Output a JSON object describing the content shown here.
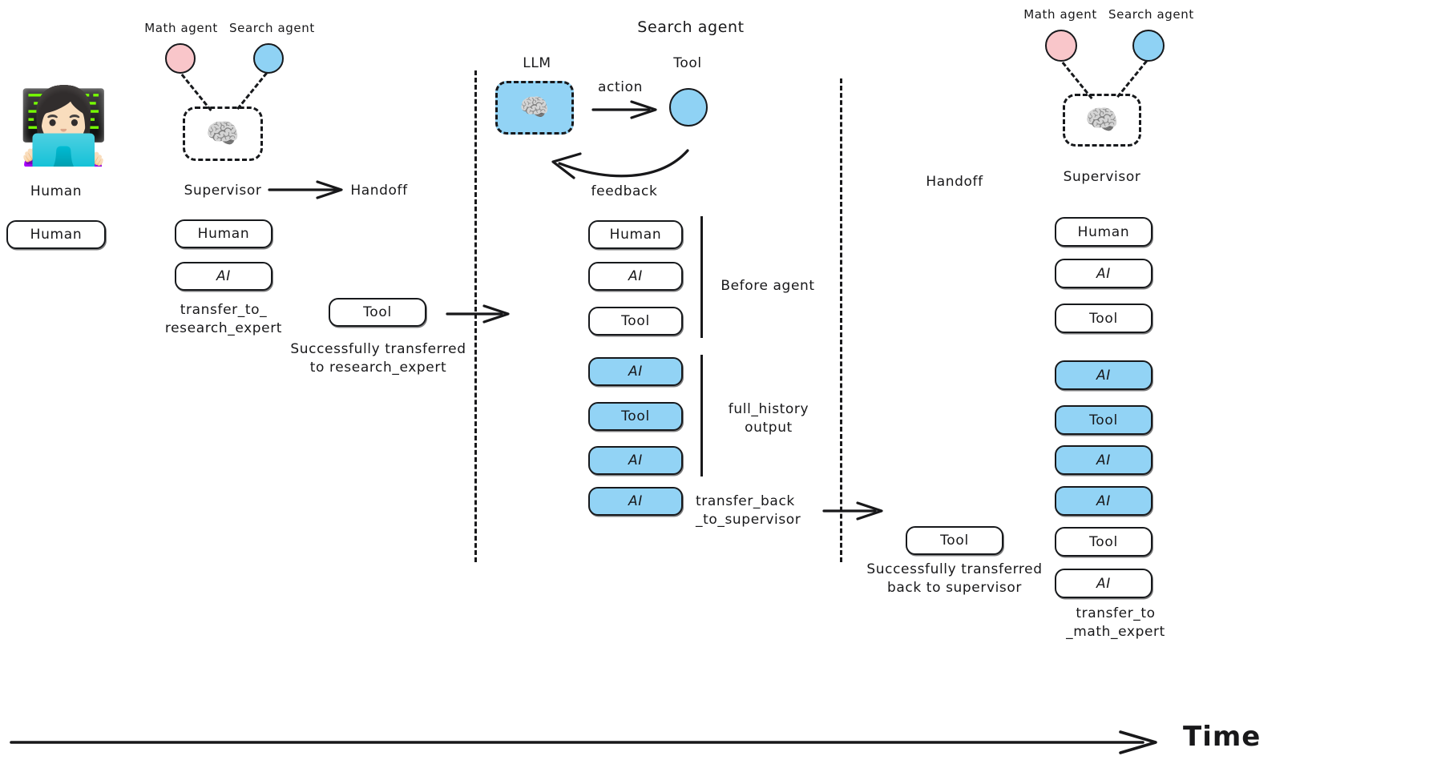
{
  "diagram": {
    "title_center": "Search agent",
    "time_axis_label": "Time"
  },
  "left_group": {
    "human_figure_label": "Human",
    "human_emoji": "👩🏻‍💻",
    "messages": [
      {
        "label": "Human",
        "style": "white"
      }
    ]
  },
  "supervisor_left": {
    "math_agent_label": "Math agent",
    "search_agent_label": "Search agent",
    "supervisor_label": "Supervisor",
    "brain_icon": "🧠",
    "handoff_label": "Handoff",
    "messages": [
      {
        "label": "Human",
        "style": "white"
      },
      {
        "label": "AI",
        "style": "white"
      }
    ],
    "caption": "transfer_to_\nresearch_expert",
    "handoff_tool": {
      "label": "Tool",
      "style": "white"
    },
    "handoff_caption": "Successfully transferred\nto research_expert"
  },
  "agent_panel": {
    "header": "Search agent",
    "llm_label": "LLM",
    "llm_icon": "🧠",
    "tool_label": "Tool",
    "action_label": "action",
    "feedback_label": "feedback",
    "messages": [
      {
        "label": "Human",
        "style": "white"
      },
      {
        "label": "AI",
        "style": "white"
      },
      {
        "label": "Tool",
        "style": "white"
      },
      {
        "label": "AI",
        "style": "blue"
      },
      {
        "label": "Tool",
        "style": "blue"
      },
      {
        "label": "AI",
        "style": "blue"
      },
      {
        "label": "AI",
        "style": "blue"
      }
    ],
    "bracket_before_agent": "Before agent",
    "bracket_full_history": "full_history\noutput",
    "transfer_back_caption": "transfer_back\n_to_supervisor"
  },
  "handoff_right": {
    "handoff_label": "Handoff",
    "tool": {
      "label": "Tool",
      "style": "white"
    },
    "caption": "Successfully transferred\nback to supervisor"
  },
  "supervisor_right": {
    "math_agent_label": "Math agent",
    "search_agent_label": "Search agent",
    "supervisor_label": "Supervisor",
    "brain_icon": "🧠",
    "messages": [
      {
        "label": "Human",
        "style": "white"
      },
      {
        "label": "AI",
        "style": "white"
      },
      {
        "label": "Tool",
        "style": "white"
      },
      {
        "label": "AI",
        "style": "blue"
      },
      {
        "label": "Tool",
        "style": "blue"
      },
      {
        "label": "AI",
        "style": "blue"
      },
      {
        "label": "AI",
        "style": "blue"
      },
      {
        "label": "Tool",
        "style": "white"
      },
      {
        "label": "AI",
        "style": "white"
      }
    ],
    "caption": "transfer_to\n_math_expert"
  },
  "colors": {
    "ink": "#18181a",
    "blue_fill": "#92d3f5",
    "pink_fill": "#f9c6ca",
    "background": "#ffffff"
  }
}
